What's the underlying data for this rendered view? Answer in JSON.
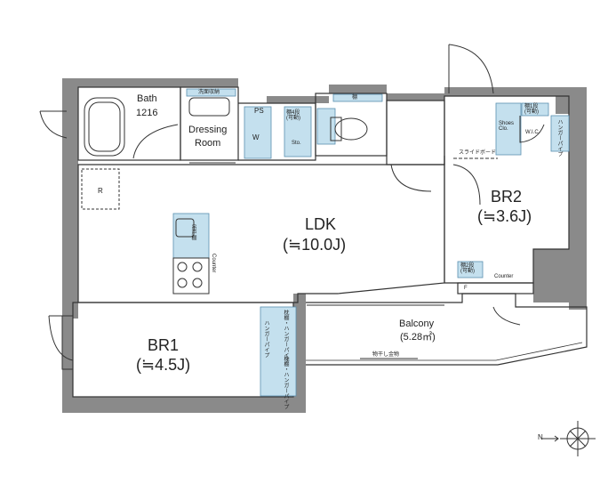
{
  "rooms": {
    "ldk": {
      "name": "LDK",
      "size": "(≒10.0J)"
    },
    "br1": {
      "name": "BR1",
      "size": "(≒4.5J)"
    },
    "br2": {
      "name": "BR2",
      "size": "(≒3.6J)"
    },
    "bath": {
      "name": "Bath",
      "size": "1216"
    },
    "dressing": {
      "line1": "Dressing",
      "line2": "Room"
    },
    "balcony": {
      "name": "Balcony",
      "size": "(5.28㎡)"
    }
  },
  "fixtures": {
    "refrigerator": "R",
    "washer": "W",
    "pipe_space": "PS",
    "storage_top": "棚",
    "storage": "Sto.",
    "shelf_movable": "棚4段\n(可動)",
    "shoes_closet": "Shoes\nClo.",
    "wic": "W.I.C.",
    "shelf_movable_small": "棚1段\n(可動)",
    "closet_pole": "ハンガーパイプ",
    "counter": "Counter",
    "floor_pan": "F",
    "hanging_rack": "物干し金物",
    "wash_storage": "洗面収納",
    "kitchen_cupboard": "吊戸棚",
    "kitchen_side": "Counter",
    "br1_storage_1": "枕棚・ハンガーパイプ",
    "br1_storage_2": "枕棚・ハンガーパイプ",
    "br2_shelf": "棚2段\n(可動)",
    "slide_door": "スライドボード",
    "br2_right_shelf": "ハンガーパイプ"
  },
  "compass": {
    "north_label": "N"
  },
  "colors": {
    "wall": "#8a8a8a",
    "blue": "#c4e0ee",
    "line": "#333333"
  }
}
